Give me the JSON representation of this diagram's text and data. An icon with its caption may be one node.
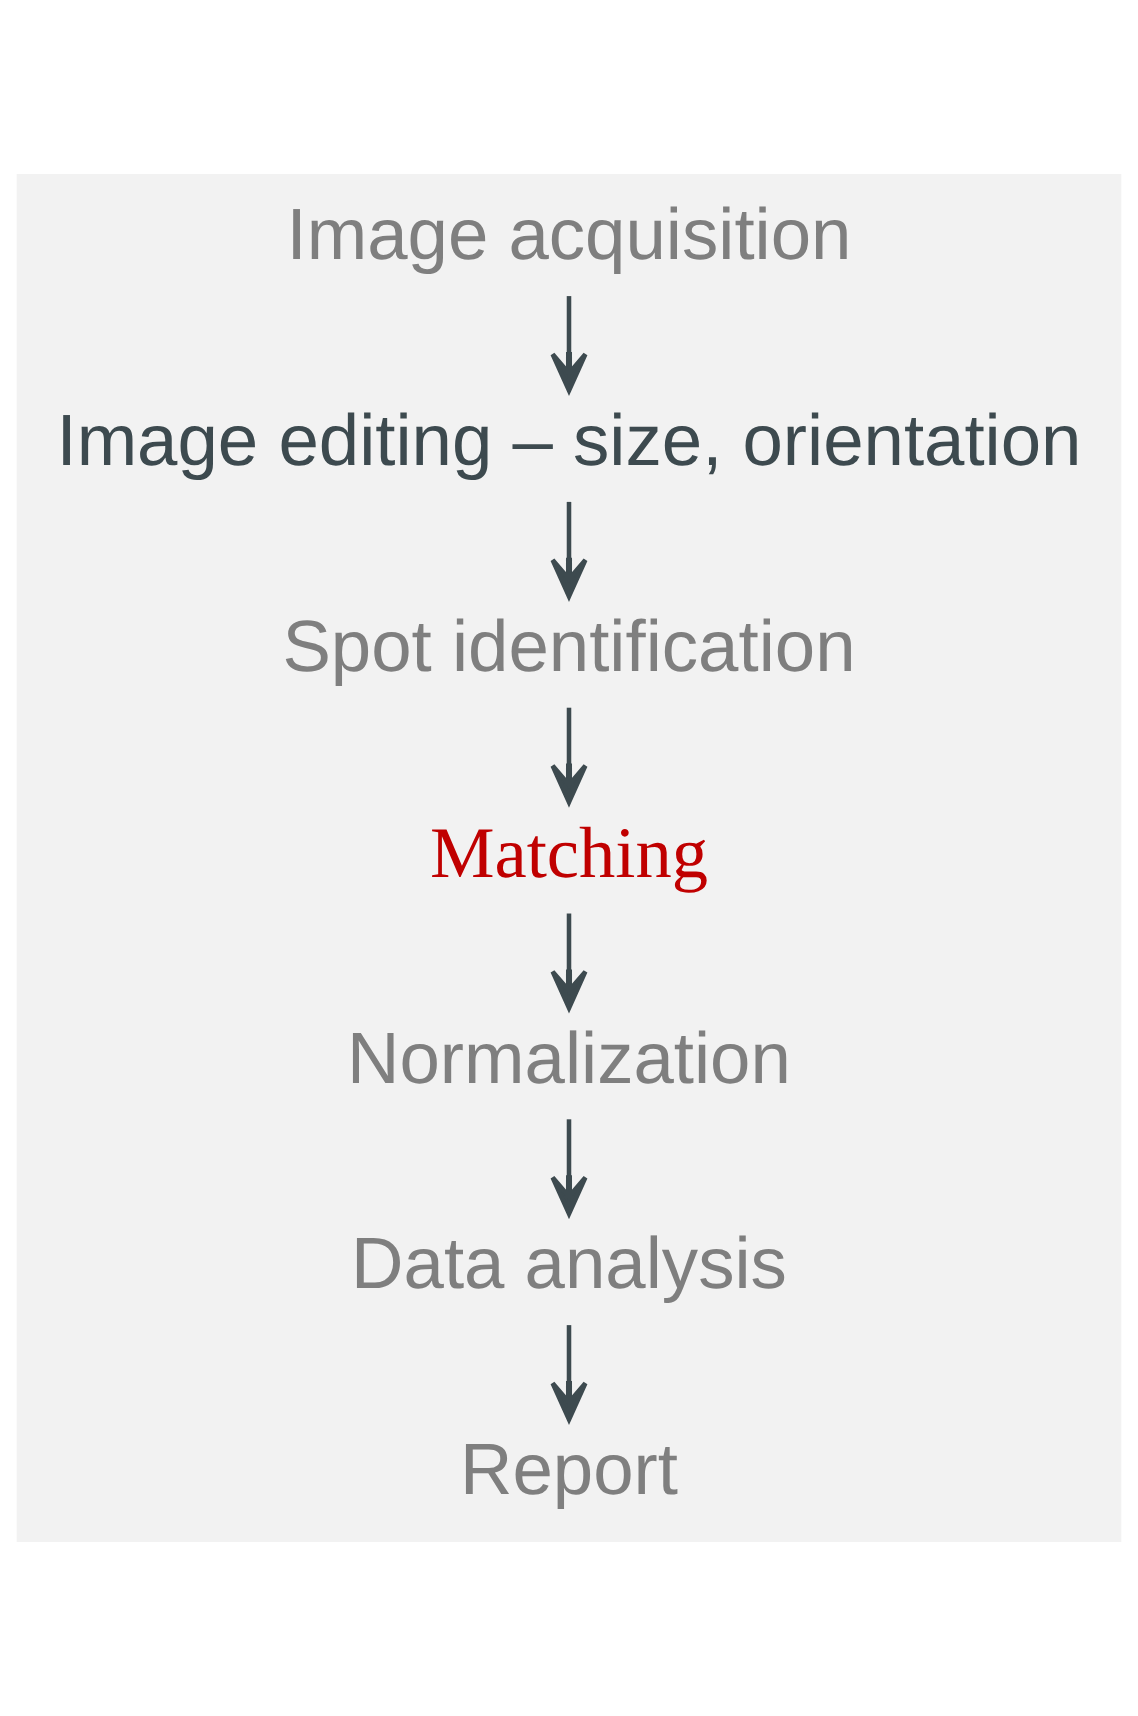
{
  "diagram": {
    "nodes": [
      {
        "text": [
          "Image acquisition"
        ]
      },
      {
        "text": [
          "Image editing – size, orientation"
        ]
      },
      {
        "text": [
          "Spot identification"
        ]
      },
      {
        "text": [
          "Matching"
        ]
      },
      {
        "text": [
          "Normalization"
        ]
      },
      {
        "text": [
          "Data analysis"
        ]
      },
      {
        "text": [
          "Report"
        ]
      }
    ],
    "edges": [
      {
        "from": 0,
        "to": 1,
        "arrow": "to"
      },
      {
        "from": 1,
        "to": 2,
        "arrow": "to"
      },
      {
        "from": 2,
        "to": 3,
        "arrow": "to"
      },
      {
        "from": 3,
        "to": 4,
        "arrow": "to"
      },
      {
        "from": 4,
        "to": 5,
        "arrow": "to"
      },
      {
        "from": 5,
        "to": 6,
        "arrow": "to"
      }
    ]
  }
}
